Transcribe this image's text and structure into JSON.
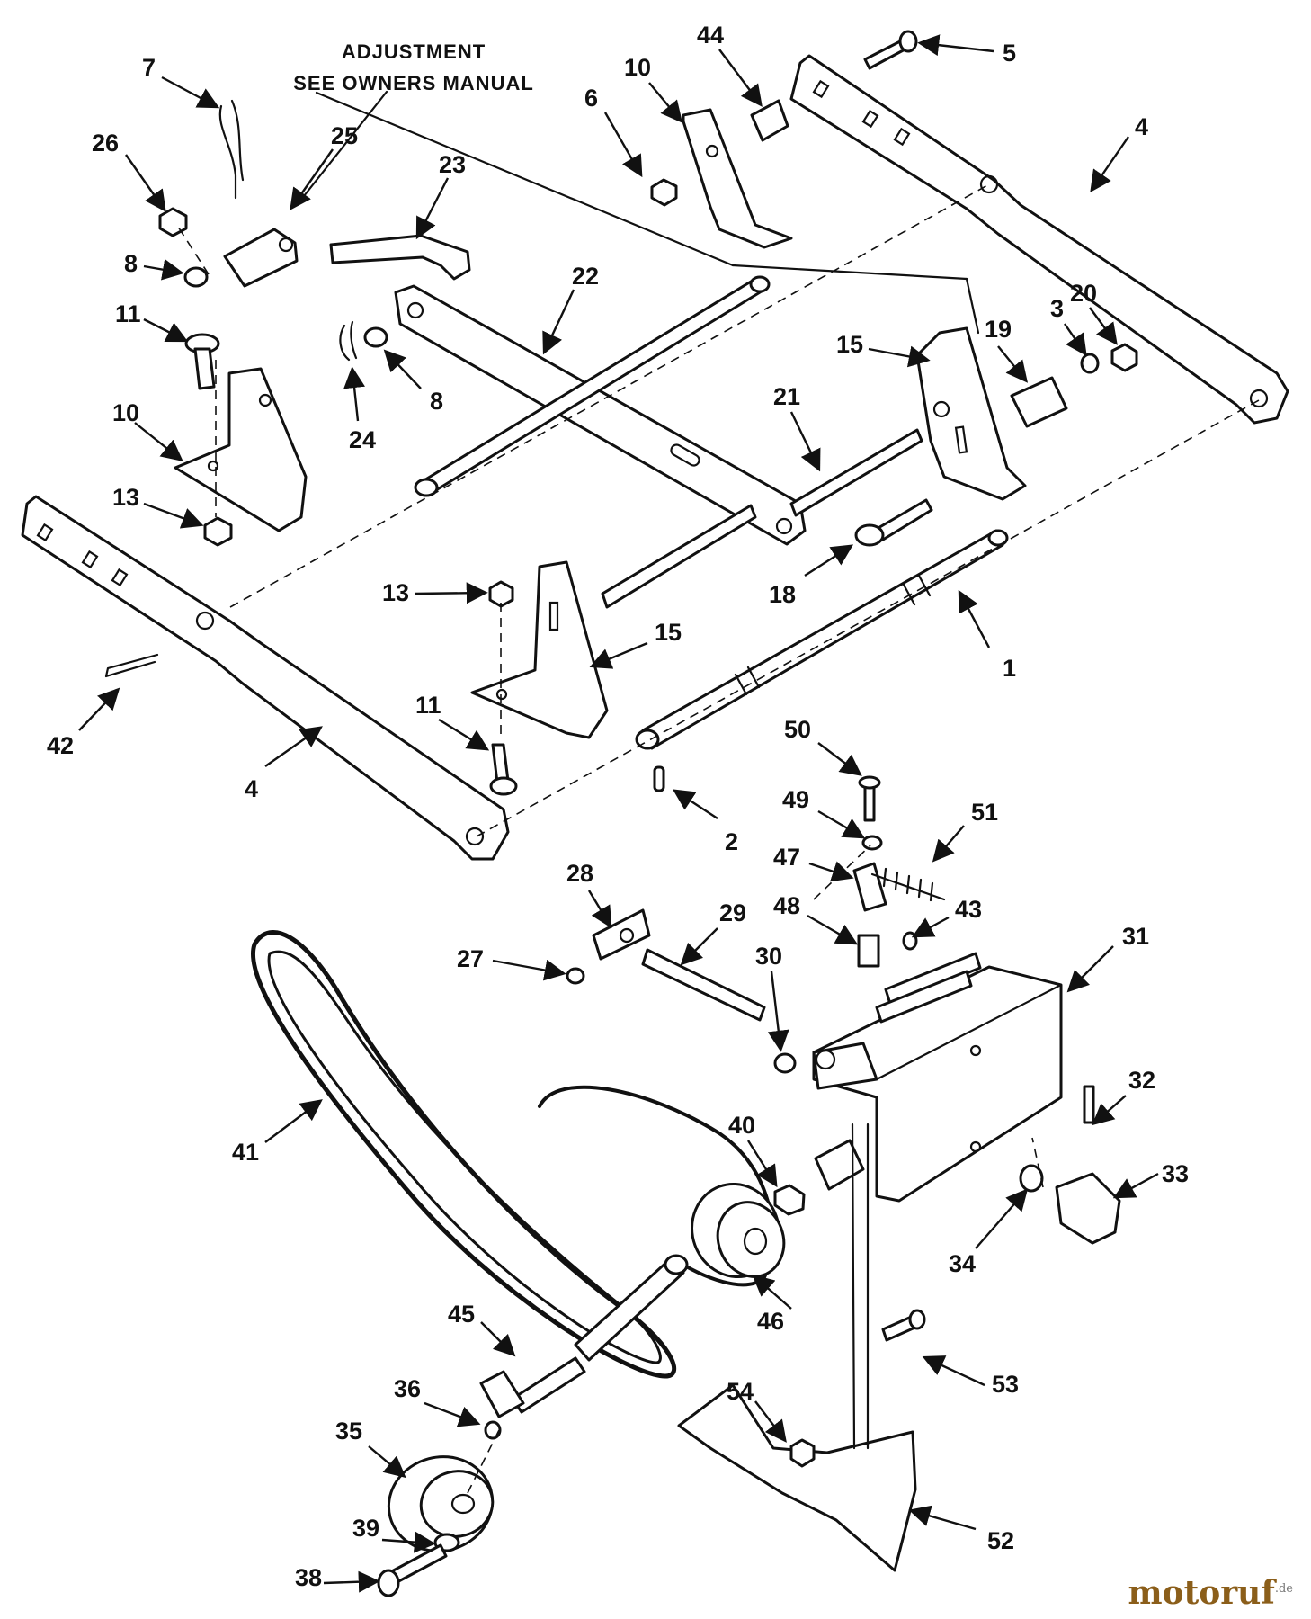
{
  "note": {
    "line1": "ADJUSTMENT",
    "line2": "SEE OWNERS MANUAL"
  },
  "callouts": [
    "1",
    "2",
    "3",
    "4",
    "4",
    "5",
    "6",
    "7",
    "8",
    "8",
    "10",
    "10",
    "11",
    "11",
    "13",
    "13",
    "15",
    "15",
    "18",
    "19",
    "20",
    "21",
    "22",
    "23",
    "24",
    "25",
    "26",
    "27",
    "28",
    "29",
    "30",
    "31",
    "32",
    "33",
    "34",
    "35",
    "36",
    "38",
    "39",
    "40",
    "41",
    "42",
    "43",
    "44",
    "45",
    "46",
    "47",
    "48",
    "49",
    "50",
    "51",
    "52",
    "53",
    "54"
  ],
  "watermark": {
    "brand": "motoruf",
    "suffix": ".de"
  }
}
